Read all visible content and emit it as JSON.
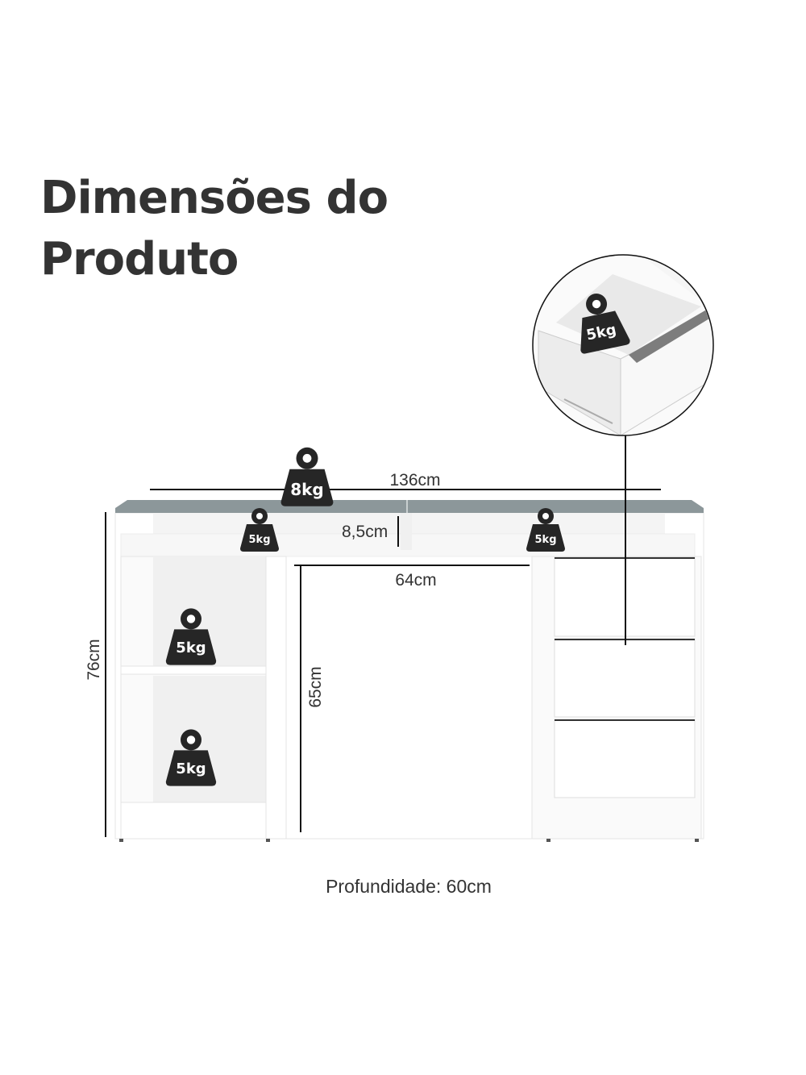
{
  "title": {
    "line1": "Dimensões do",
    "line2": "Produto"
  },
  "dimensions": {
    "width": "136cm",
    "top_height": "8,5cm",
    "inner_width": "64cm",
    "height": "76cm",
    "inner_height": "65cm",
    "depth": "Profundidade: 60cm"
  },
  "weights": {
    "top": "8kg",
    "upper_left": "5kg",
    "upper_right": "5kg",
    "shelf_top": "5kg",
    "shelf_bottom": "5kg",
    "drawer": "5kg"
  },
  "colors": {
    "glass": "#8c979a",
    "weight": "#262626",
    "text": "#333333"
  }
}
